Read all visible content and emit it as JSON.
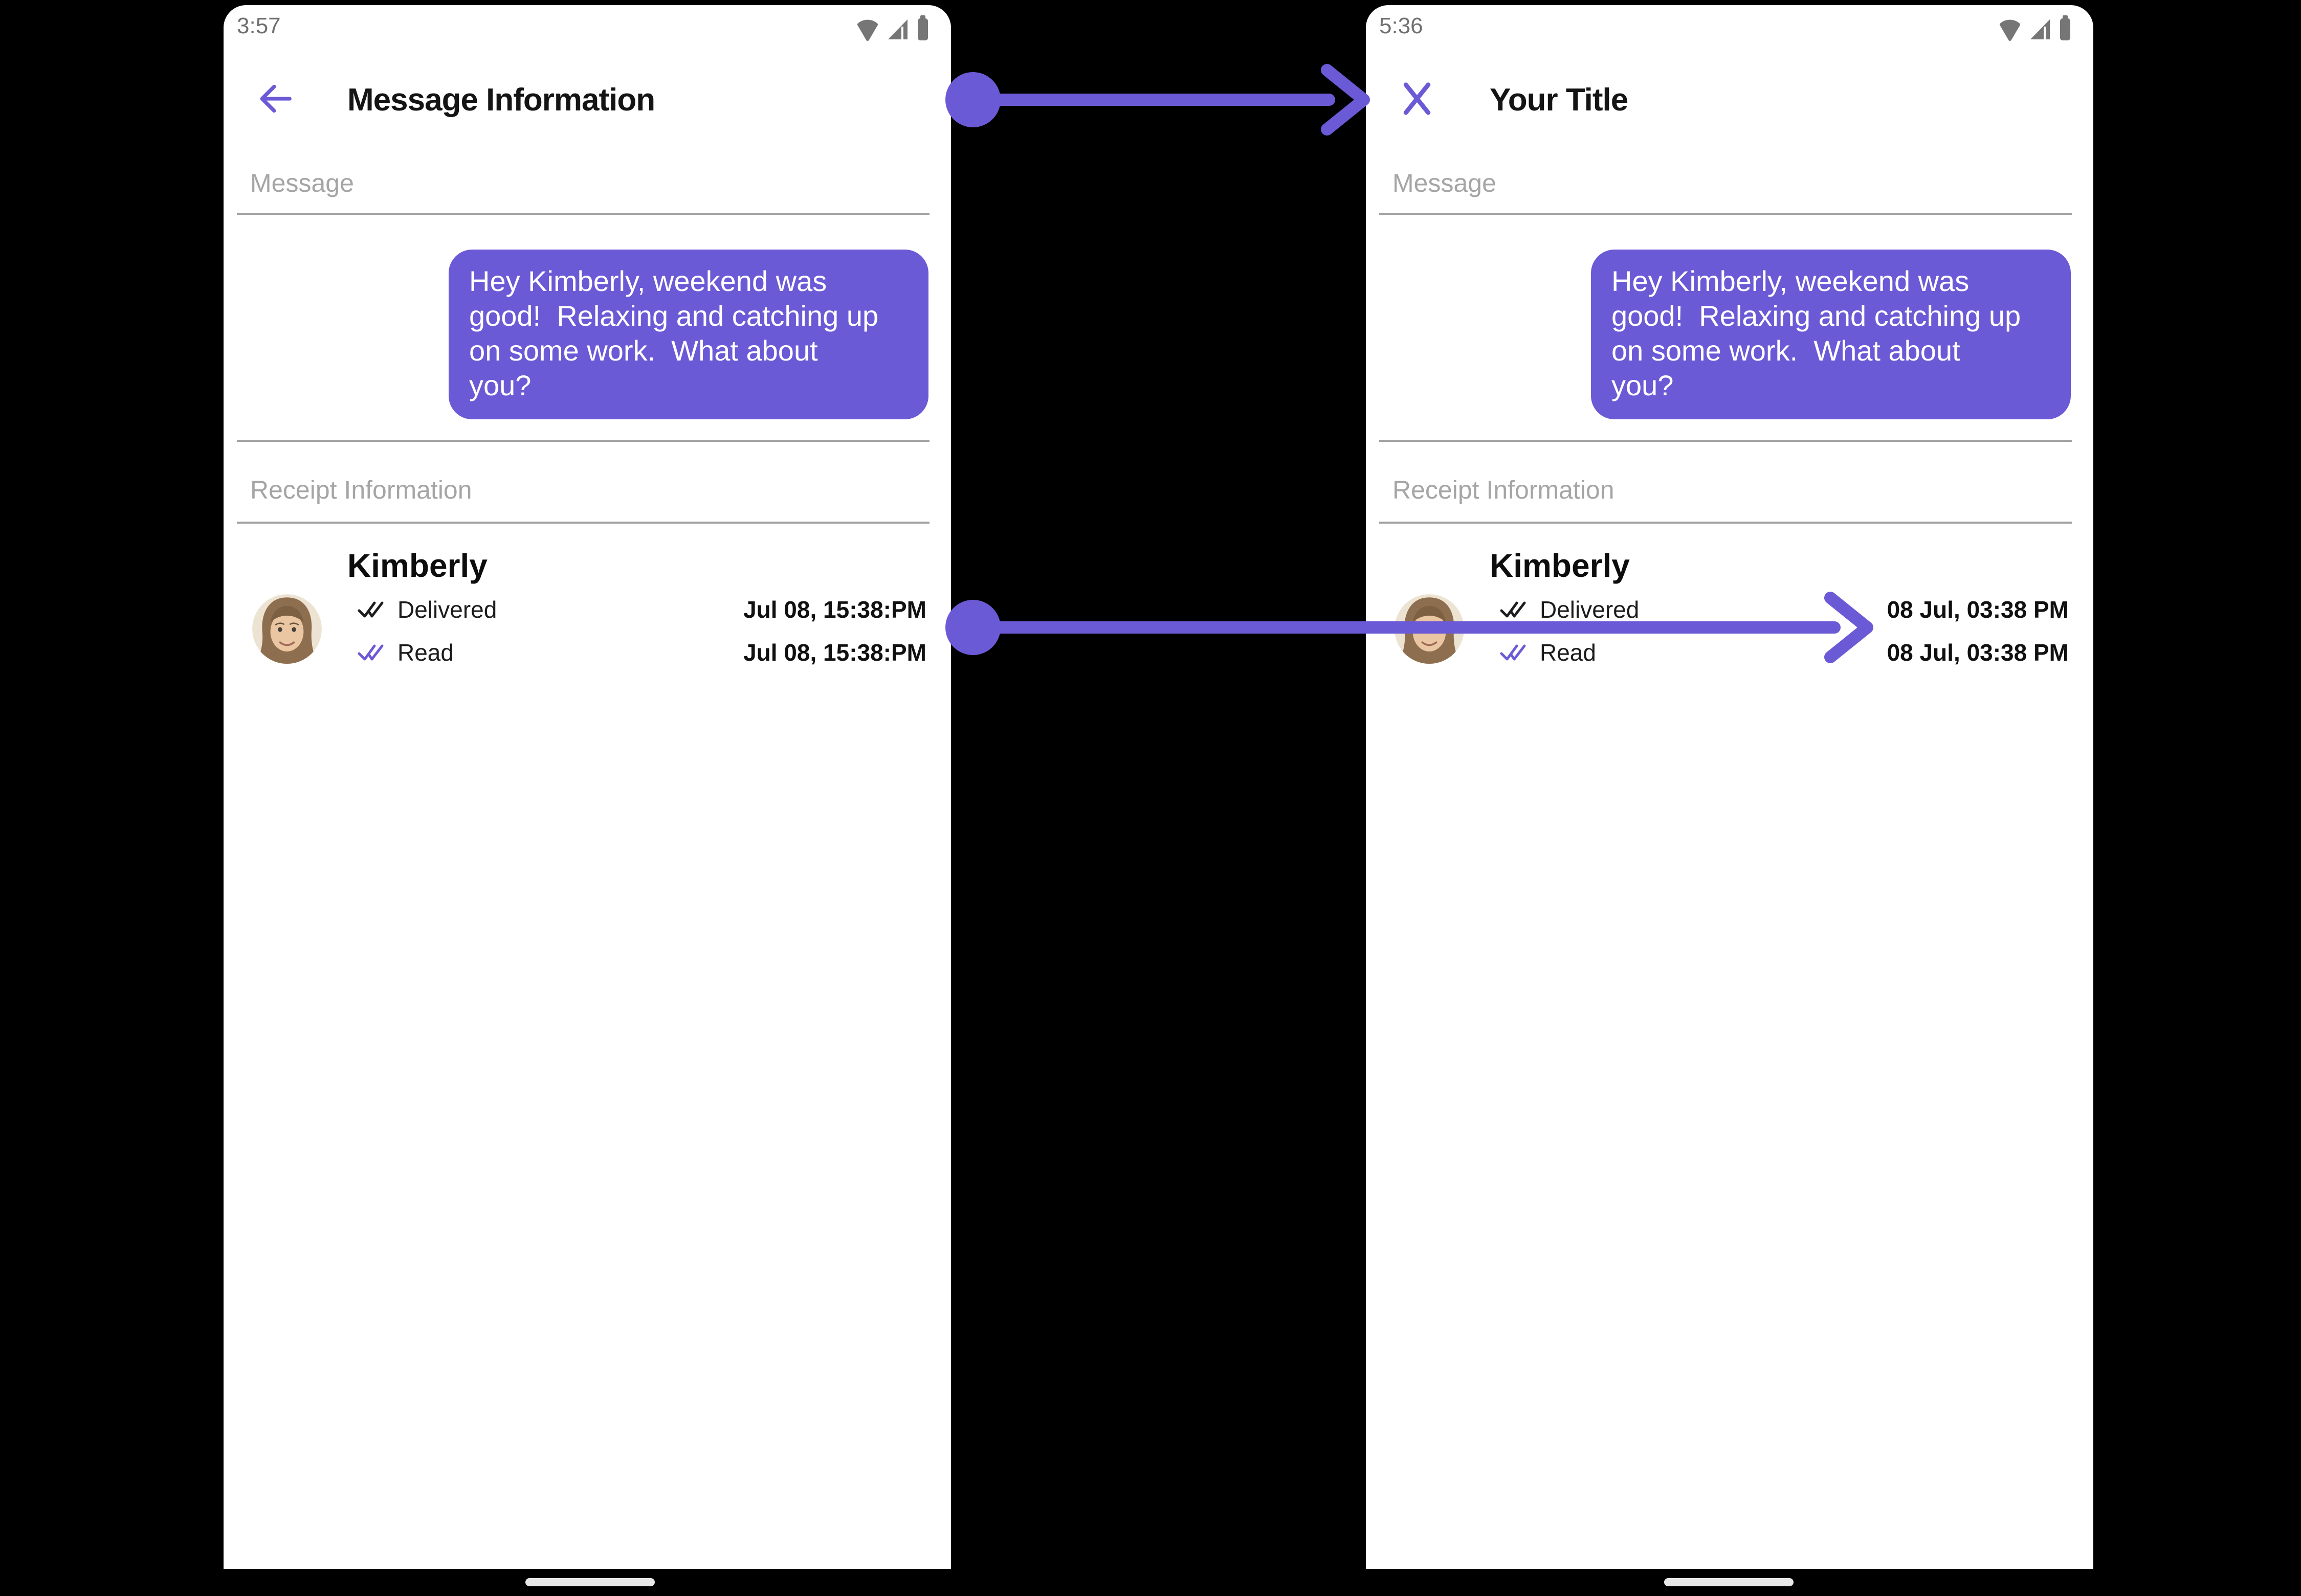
{
  "colors": {
    "accent": "#6B5AD6",
    "status_icon_gray": "#767676",
    "bubble_text": "#FFFFFF"
  },
  "left": {
    "status_time": "3:57",
    "status_icons": [
      "wifi-icon",
      "signal-icon",
      "battery-icon"
    ],
    "nav_icon": "back-arrow",
    "title": "Message Information",
    "message_label": "Message",
    "bubble_text": "Hey Kimberly, weekend was\ngood!  Relaxing and catching up\non some work.  What about\nyou?",
    "receipt_label": "Receipt Information",
    "contact_name": "Kimberly",
    "rows": [
      {
        "label": "Delivered",
        "time": "Jul 08, 15:38:PM",
        "check": "double-check-dark"
      },
      {
        "label": "Read",
        "time": "Jul 08, 15:38:PM",
        "check": "double-check-accent"
      }
    ]
  },
  "right": {
    "status_time": "5:36",
    "status_icons": [
      "wifi-icon",
      "signal-icon",
      "battery-icon"
    ],
    "nav_icon": "close",
    "title": "Your Title",
    "message_label": "Message",
    "bubble_text": "Hey Kimberly, weekend was\ngood!  Relaxing and catching up\non some work.  What about\nyou?",
    "receipt_label": "Receipt Information",
    "contact_name": "Kimberly",
    "rows": [
      {
        "label": "Delivered",
        "time": "08 Jul, 03:38 PM",
        "check": "double-check-dark"
      },
      {
        "label": "Read",
        "time": "08 Jul, 03:38 PM",
        "check": "double-check-accent"
      }
    ]
  }
}
